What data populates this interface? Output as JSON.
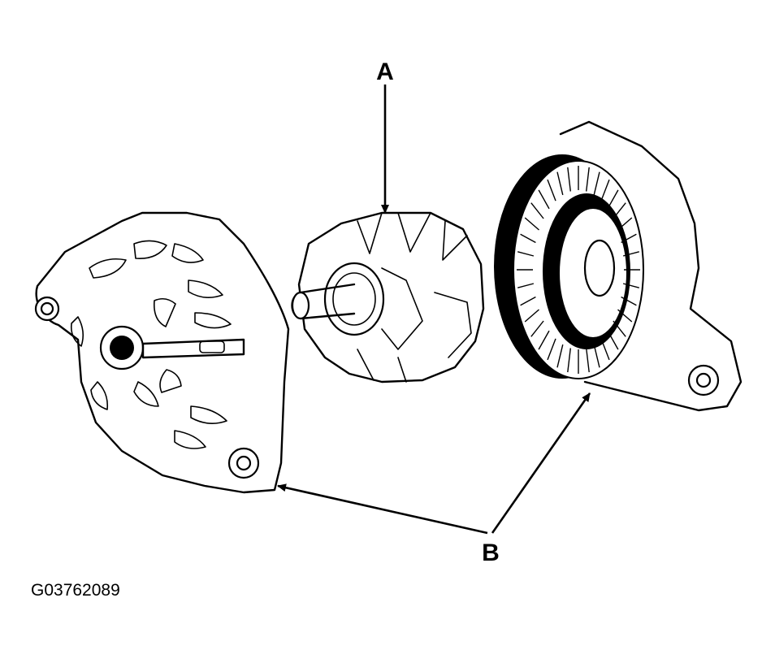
{
  "diagram": {
    "labels": {
      "a": "A",
      "b": "B"
    },
    "figure_id": "G03762089",
    "colors": {
      "ink": "#000000",
      "paper": "#ffffff"
    }
  }
}
